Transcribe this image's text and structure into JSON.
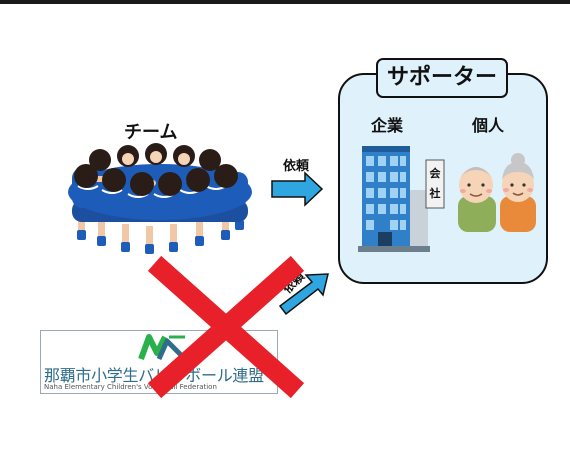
{
  "team": {
    "label": "チーム"
  },
  "supporter": {
    "title": "サポーター",
    "company_label": "企業",
    "individual_label": "個人",
    "building_sign": [
      "会",
      "社"
    ]
  },
  "requests": {
    "to_supporter_label": "依頼",
    "from_federation_label": "依頼"
  },
  "federation": {
    "name": "那覇市小学生バレーボール連盟",
    "english_name": "Naha Elementary Children's Volleyball Federation"
  },
  "colors": {
    "arrow_fill": "#2fa6df",
    "cross": "#e8202a",
    "panel_fill": "#dff1fb",
    "uniform": "#1d5cb8",
    "logo_green": "#2bb14b",
    "logo_blue": "#2f6d8a"
  },
  "icons": [
    "team-huddle-illustration",
    "office-building-icon",
    "elderly-man-icon",
    "elderly-woman-icon",
    "federation-logo-mark",
    "prohibited-cross-icon"
  ]
}
